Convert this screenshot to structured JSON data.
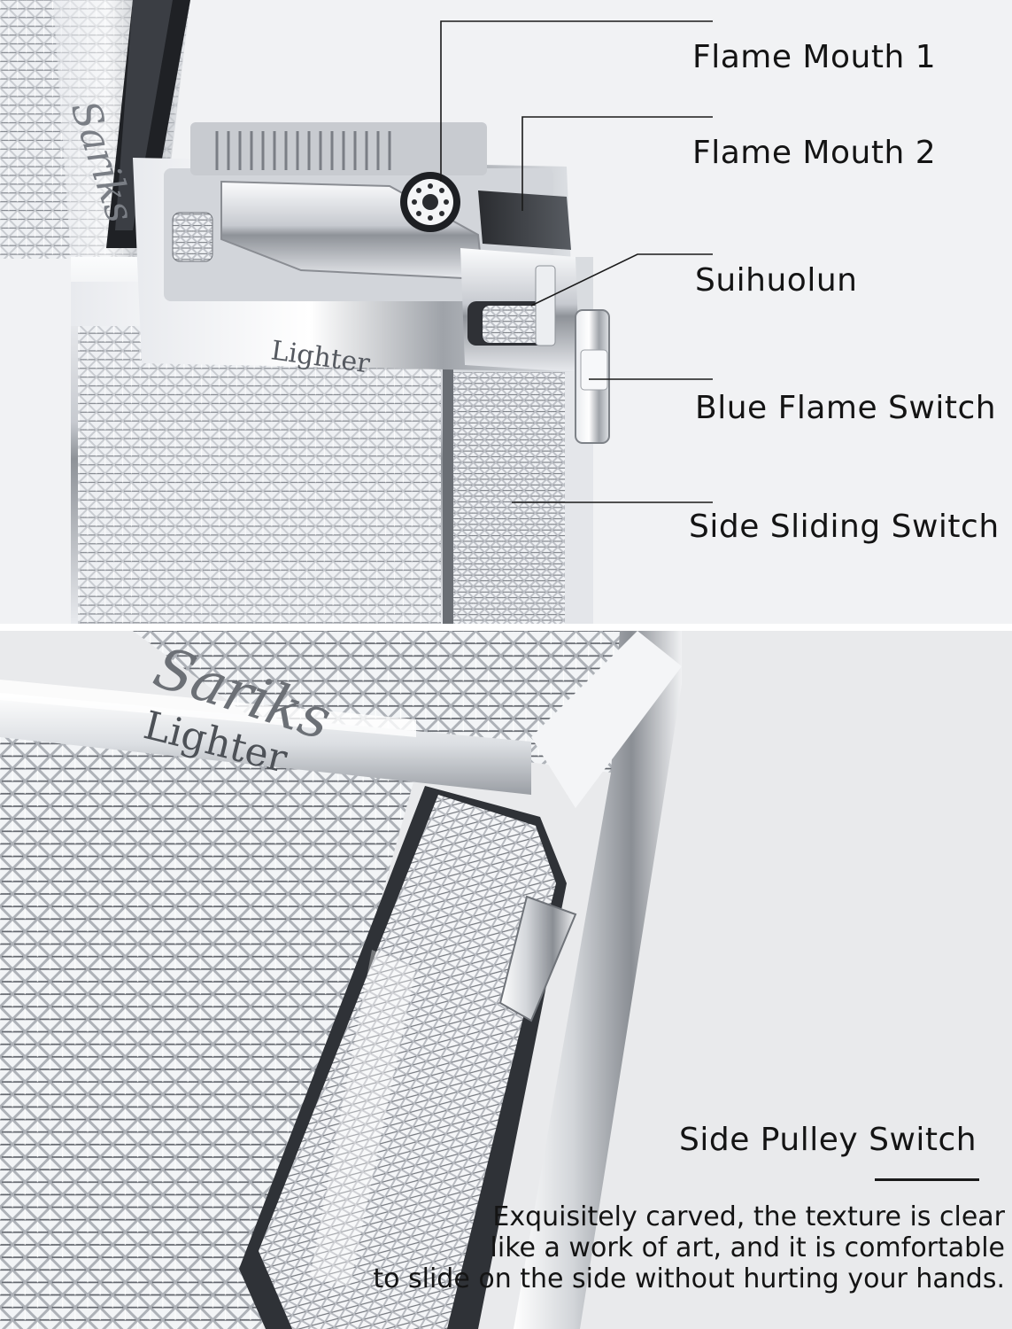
{
  "top_panel": {
    "callouts": [
      {
        "id": "flame-mouth-1",
        "label": "Flame Mouth 1"
      },
      {
        "id": "flame-mouth-2",
        "label": "Flame Mouth 2"
      },
      {
        "id": "suihuolun",
        "label": "Suihuolun"
      },
      {
        "id": "blue-flame-switch",
        "label": "Blue Flame Switch"
      },
      {
        "id": "side-sliding-switch",
        "label": "Side Sliding Switch"
      }
    ],
    "engravings": {
      "brand_script": "Sariks",
      "lighter_word": "Lighter"
    }
  },
  "bottom_panel": {
    "engravings": {
      "brand_script": "Sariks",
      "lighter_word": "Lighter"
    },
    "title": "Side Pulley Switch",
    "description_lines": [
      "Exquisitely carved, the texture is clear",
      "like a work of art, and it is comfortable",
      "to slide on the side without hurting your hands."
    ]
  },
  "colors": {
    "metal_light": "#f4f5f7",
    "metal_mid": "#b9bcc2",
    "metal_dark": "#5d6066",
    "background": "#eceef1",
    "text": "#141414"
  }
}
